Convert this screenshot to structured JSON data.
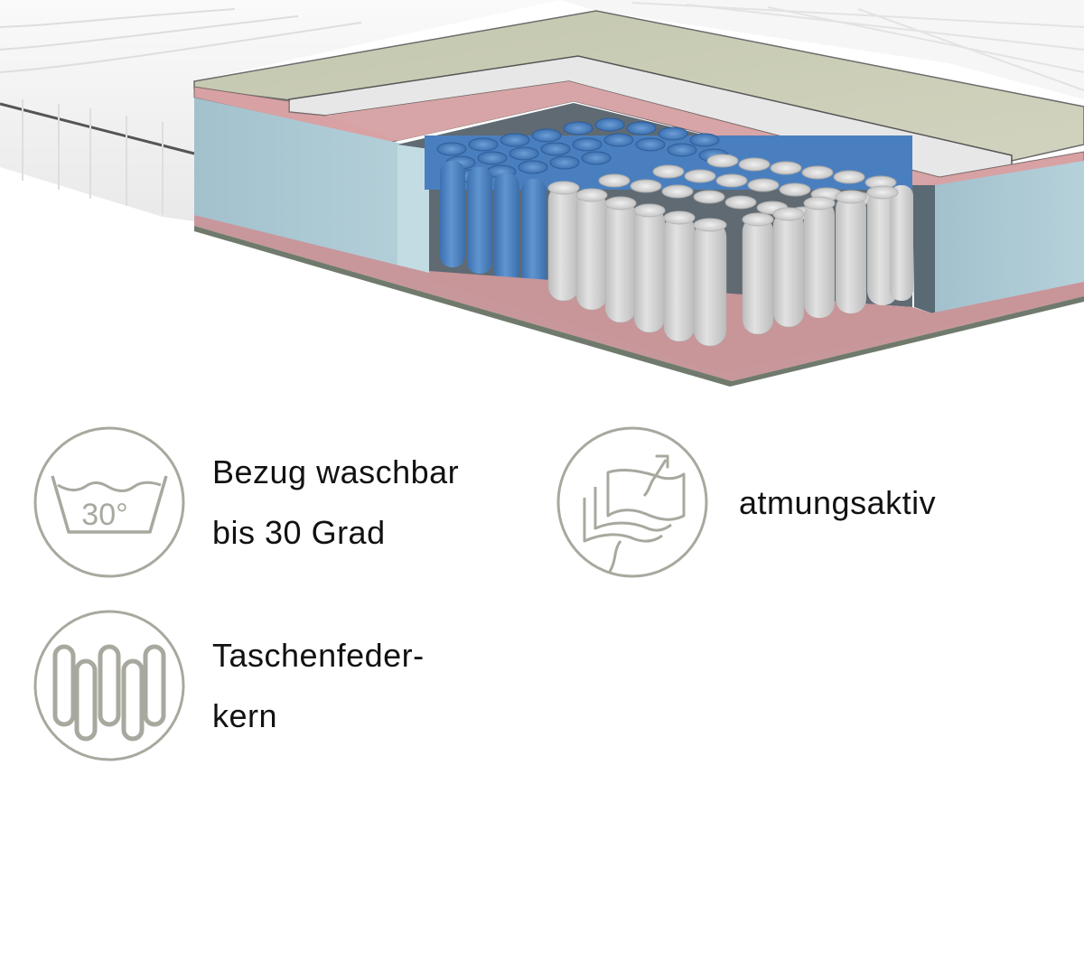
{
  "product_image": {
    "subject": "mattress-cross-section",
    "layers": [
      {
        "name": "quilted-cover",
        "color": "#f4f4f4"
      },
      {
        "name": "top-comfort-foam",
        "color": "#c9cbb3"
      },
      {
        "name": "white-fiber-layer",
        "color": "#e6e6e6"
      },
      {
        "name": "pink-felt-layer",
        "color": "#d9a2a6"
      },
      {
        "name": "blue-foam-edge",
        "color": "#a8c8d4"
      },
      {
        "name": "blue-pocket-springs",
        "color": "#4f86c6"
      },
      {
        "name": "grey-pocket-springs",
        "color": "#dcdcdc"
      },
      {
        "name": "bottom-pink-felt",
        "color": "#c99498"
      }
    ]
  },
  "features": [
    {
      "icon": "wash-30-icon",
      "icon_text": "30°",
      "lines": [
        "Bezug waschbar",
        "bis 30 Grad"
      ]
    },
    {
      "icon": "breathable-layers-icon",
      "lines": [
        "atmungsaktiv"
      ]
    },
    {
      "icon": "pocket-spring-icon",
      "lines": [
        "Taschenfeder-",
        "kern"
      ]
    }
  ],
  "colors": {
    "icon_stroke": "#a9a89f",
    "text": "#111111",
    "background": "#ffffff"
  }
}
